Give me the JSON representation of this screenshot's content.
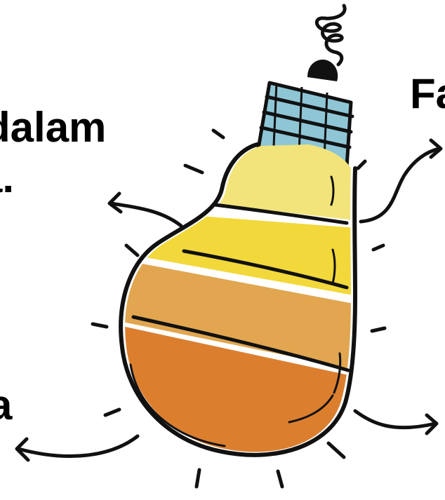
{
  "labels": {
    "top_left_line1": "dalam",
    "top_left_line2": "a.",
    "bottom_left": "a",
    "top_right": "Fa"
  },
  "bulb": {
    "socket_color": "#8ec6d6",
    "band_colors": [
      "#f2e47a",
      "#f2d83a",
      "#e1a64f",
      "#db7f2f"
    ],
    "outline_color": "#111111"
  }
}
